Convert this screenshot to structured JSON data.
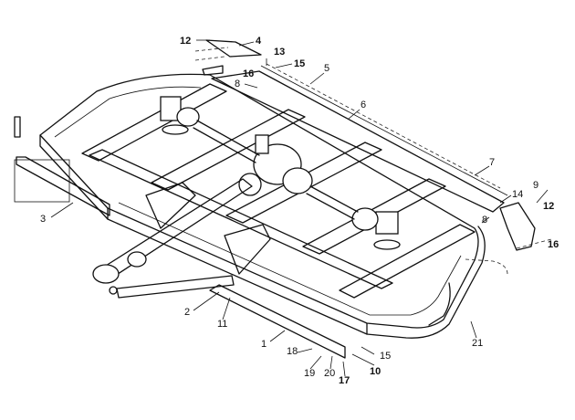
{
  "diagram": {
    "callouts": [
      {
        "id": "c12a",
        "text": "12"
      },
      {
        "id": "c4",
        "text": "4"
      },
      {
        "id": "c13",
        "text": "13"
      },
      {
        "id": "c15a",
        "text": "15"
      },
      {
        "id": "c16a",
        "text": "16"
      },
      {
        "id": "c8a",
        "text": "8"
      },
      {
        "id": "c5",
        "text": "5"
      },
      {
        "id": "c6",
        "text": "6"
      },
      {
        "id": "c7",
        "text": "7"
      },
      {
        "id": "c14",
        "text": "14"
      },
      {
        "id": "c9",
        "text": "9"
      },
      {
        "id": "c12b",
        "text": "12"
      },
      {
        "id": "c8b",
        "text": "8"
      },
      {
        "id": "c16b",
        "text": "16"
      },
      {
        "id": "c3",
        "text": "3"
      },
      {
        "id": "c2",
        "text": "2"
      },
      {
        "id": "c11",
        "text": "11"
      },
      {
        "id": "c1",
        "text": "1"
      },
      {
        "id": "c18",
        "text": "18"
      },
      {
        "id": "c15b",
        "text": "15"
      },
      {
        "id": "c19",
        "text": "19"
      },
      {
        "id": "c20",
        "text": "20"
      },
      {
        "id": "c10",
        "text": "10"
      },
      {
        "id": "c17",
        "text": "17"
      },
      {
        "id": "c21",
        "text": "21"
      }
    ]
  }
}
